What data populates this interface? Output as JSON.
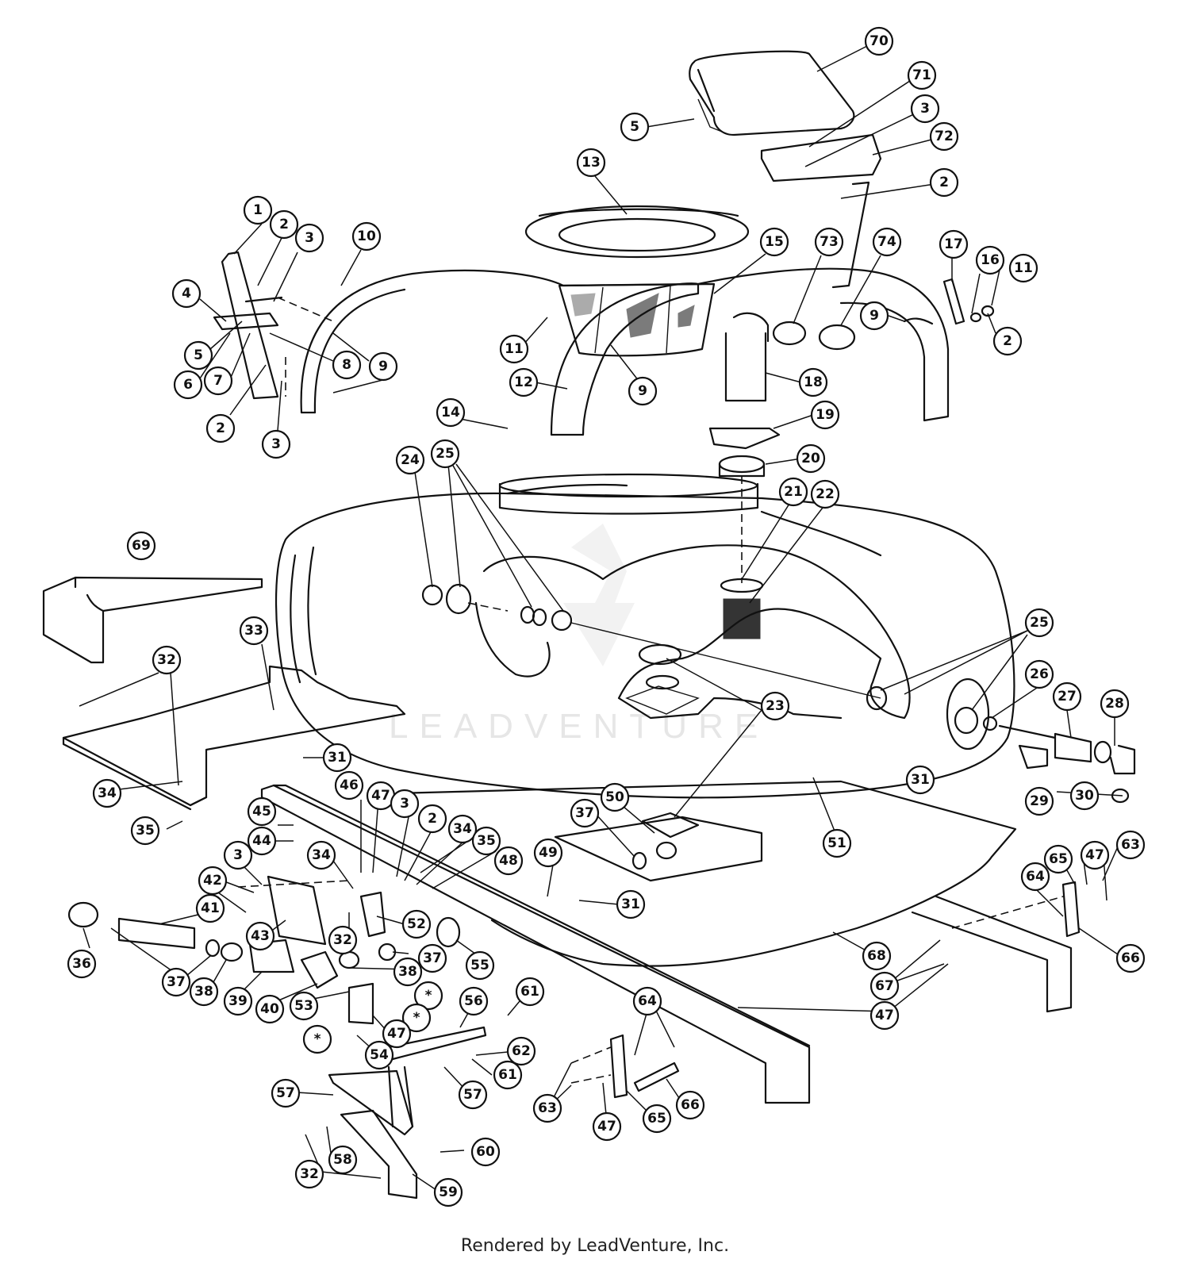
{
  "watermark": "LEADVENTURE",
  "footer": "Rendered by LeadVenture, Inc.",
  "callouts": [
    {
      "label": "70"
    },
    {
      "label": "71"
    },
    {
      "label": "3"
    },
    {
      "label": "72"
    },
    {
      "label": "5"
    },
    {
      "label": "2"
    },
    {
      "label": "13"
    },
    {
      "label": "1"
    },
    {
      "label": "2"
    },
    {
      "label": "3"
    },
    {
      "label": "10"
    },
    {
      "label": "15"
    },
    {
      "label": "73"
    },
    {
      "label": "74"
    },
    {
      "label": "17"
    },
    {
      "label": "16"
    },
    {
      "label": "11"
    },
    {
      "label": "4"
    },
    {
      "label": "11"
    },
    {
      "label": "9"
    },
    {
      "label": "2"
    },
    {
      "label": "5"
    },
    {
      "label": "8"
    },
    {
      "label": "9"
    },
    {
      "label": "6"
    },
    {
      "label": "7"
    },
    {
      "label": "9"
    },
    {
      "label": "12"
    },
    {
      "label": "18"
    },
    {
      "label": "2"
    },
    {
      "label": "3"
    },
    {
      "label": "14"
    },
    {
      "label": "19"
    },
    {
      "label": "24"
    },
    {
      "label": "25"
    },
    {
      "label": "20"
    },
    {
      "label": "21"
    },
    {
      "label": "22"
    },
    {
      "label": "69"
    },
    {
      "label": "25"
    },
    {
      "label": "33"
    },
    {
      "label": "26"
    },
    {
      "label": "32"
    },
    {
      "label": "27"
    },
    {
      "label": "28"
    },
    {
      "label": "23"
    },
    {
      "label": "31"
    },
    {
      "label": "34"
    },
    {
      "label": "31"
    },
    {
      "label": "29"
    },
    {
      "label": "30"
    },
    {
      "label": "35"
    },
    {
      "label": "46"
    },
    {
      "label": "47"
    },
    {
      "label": "3"
    },
    {
      "label": "2"
    },
    {
      "label": "45"
    },
    {
      "label": "34"
    },
    {
      "label": "35"
    },
    {
      "label": "50"
    },
    {
      "label": "37"
    },
    {
      "label": "51"
    },
    {
      "label": "44"
    },
    {
      "label": "34"
    },
    {
      "label": "48"
    },
    {
      "label": "49"
    },
    {
      "label": "63"
    },
    {
      "label": "3"
    },
    {
      "label": "65"
    },
    {
      "label": "47"
    },
    {
      "label": "42"
    },
    {
      "label": "64"
    },
    {
      "label": "41"
    },
    {
      "label": "43"
    },
    {
      "label": "31"
    },
    {
      "label": "32"
    },
    {
      "label": "52"
    },
    {
      "label": "37"
    },
    {
      "label": "66"
    },
    {
      "label": "36"
    },
    {
      "label": "68"
    },
    {
      "label": "38"
    },
    {
      "label": "55"
    },
    {
      "label": "37"
    },
    {
      "label": "38"
    },
    {
      "label": "39"
    },
    {
      "label": "40"
    },
    {
      "label": "53"
    },
    {
      "label": "*"
    },
    {
      "label": "67"
    },
    {
      "label": "*"
    },
    {
      "label": "47"
    },
    {
      "label": "56"
    },
    {
      "label": "61"
    },
    {
      "label": "64"
    },
    {
      "label": "*"
    },
    {
      "label": "47"
    },
    {
      "label": "54"
    },
    {
      "label": "62"
    },
    {
      "label": "61"
    },
    {
      "label": "57"
    },
    {
      "label": "57"
    },
    {
      "label": "63"
    },
    {
      "label": "47"
    },
    {
      "label": "65"
    },
    {
      "label": "66"
    },
    {
      "label": "60"
    },
    {
      "label": "58"
    },
    {
      "label": "32"
    },
    {
      "label": "59"
    }
  ]
}
